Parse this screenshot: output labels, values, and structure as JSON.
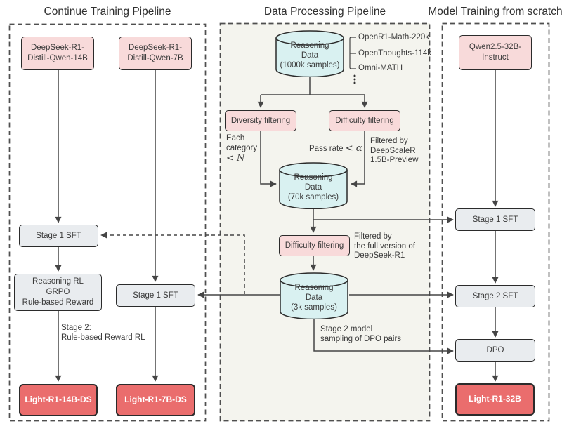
{
  "titles": {
    "left": "Continue Training Pipeline",
    "middle": "Data Processing Pipeline",
    "right": "Model Training from scratch"
  },
  "nodes": {
    "deepseek_14b": "DeepSeek-R1-\nDistill-Qwen-14B",
    "deepseek_7b": "DeepSeek-R1-\nDistill-Qwen-7B",
    "qwen_32b": "Qwen2.5-32B-\nInstruct",
    "diversity_filtering": "Diversity filtering",
    "difficulty_filtering_1": "Difficulty filtering",
    "difficulty_filtering_2": "Difficulty filtering",
    "stage1_sft_14b": "Stage 1 SFT",
    "reasoning_rl": "Reasoning RL\nGRPO\nRule-based Reward",
    "stage1_sft_7b": "Stage 1 SFT",
    "stage1_sft_32b": "Stage 1 SFT",
    "stage2_sft_32b": "Stage 2 SFT",
    "dpo": "DPO",
    "light_r1_14b": "Light-R1-14B-DS",
    "light_r1_7b": "Light-R1-7B-DS",
    "light_r1_32b": "Light-R1-32B"
  },
  "cylinders": {
    "data_1000k": "Reasoning\nData\n(1000k samples)",
    "data_70k": "Reasoning\nData\n(70k samples)",
    "data_3k": "Reasoning\nData\n(3k samples)"
  },
  "sources": [
    "OpenR1-Math-220k",
    "OpenThoughts-114k",
    "Omni-MATH"
  ],
  "annotations": {
    "each_category_text": "Each\ncategory",
    "each_category_math": "< N",
    "pass_rate_text": "Pass rate ",
    "pass_rate_math": "< α",
    "filtered_deepscaler": "Filtered by\nDeepScaleR\n1.5B-Preview",
    "filtered_deepseek_r1": "Filtered by\nthe full version of\nDeepSeek-R1",
    "stage2_rl": "Stage 2:\nRule-based Reward RL",
    "stage2_dpo_pairs": "Stage 2 model\nsampling of DPO pairs"
  },
  "colors": {
    "pink": "#f8dada",
    "gray": "#e9ecef",
    "red": "#ea6d6d",
    "red_text": "#ffffff",
    "cyan": "#d9f1f1",
    "middle_bg": "#f4f4ee",
    "line": "#454545",
    "border": "#2b2b2b",
    "text": "#3a3a3a"
  }
}
